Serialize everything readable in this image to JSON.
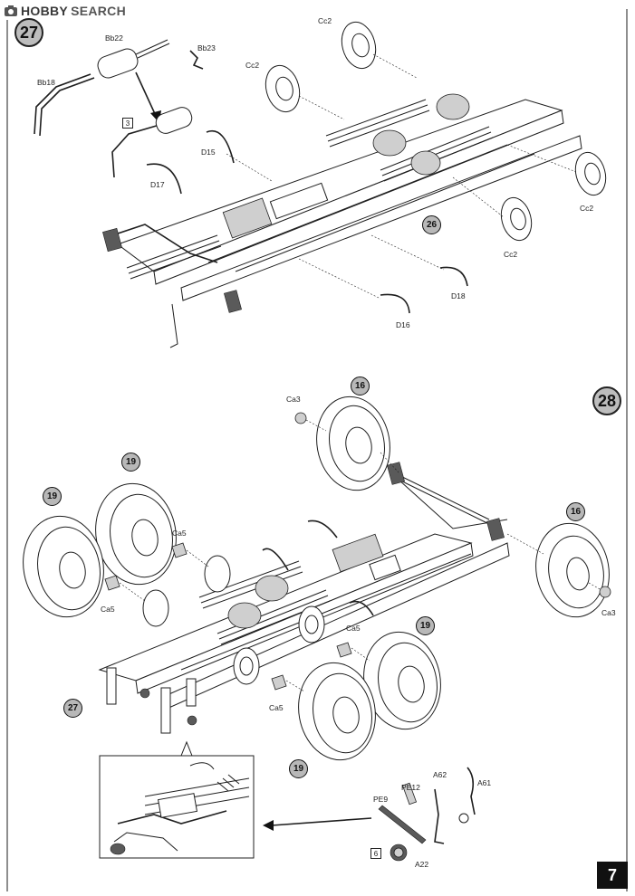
{
  "watermark": {
    "brand": "HOBBY",
    "search": "SEARCH"
  },
  "page_number": "7",
  "steps": {
    "step27": {
      "number": "27",
      "parts": {
        "bb22": "Bb22",
        "bb23": "Bb23",
        "bb18": "Bb18",
        "cc2_top": "Cc2",
        "cc2_left": "Cc2",
        "cc2_right": "Cc2",
        "cc2_bottom": "Cc2",
        "d15": "D15",
        "d17": "D17",
        "d18": "D18",
        "d16": "D16",
        "box_ref": "3"
      },
      "callout_26": "26"
    },
    "step28": {
      "number": "28",
      "parts": {
        "ca3_top": "Ca3",
        "ca3_right": "Ca3",
        "ca5_a": "Ca5",
        "ca5_b": "Ca5",
        "ca5_c": "Ca5",
        "ca5_d": "Ca5",
        "pe9": "PE9",
        "pe12": "PE12",
        "a62": "A62",
        "a61": "A61",
        "a22": "A22",
        "box_ref": "6"
      },
      "callout_16_top": "16",
      "callout_16_right": "16",
      "callout_19_a": "19",
      "callout_19_b": "19",
      "callout_19_c": "19",
      "callout_19_d": "19",
      "callout_27": "27"
    }
  }
}
